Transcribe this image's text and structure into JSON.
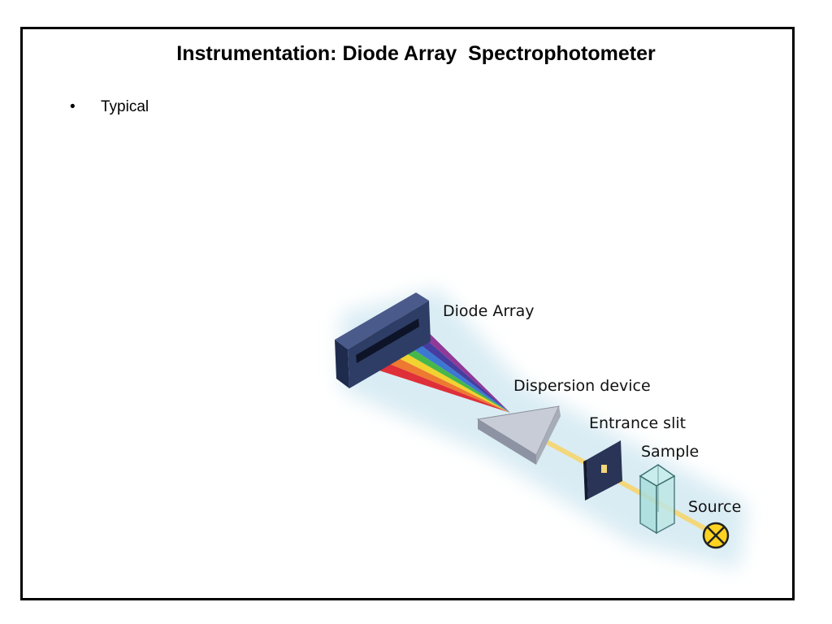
{
  "slide": {
    "title": "Instrumentation: Diode Array  Spectrophotometer",
    "bullet_symbol": "•",
    "bullet_text": "Typical"
  },
  "diagram": {
    "labels": {
      "diode_array": "Diode Array",
      "dispersion_device": "Dispersion device",
      "entrance_slit": "Entrance slit",
      "sample": "Sample",
      "source": "Source"
    },
    "colors": {
      "detector": "#2e3d66",
      "prism": "#c8ccd6",
      "beam": "#f3d77a",
      "source_fill": "#ffd320",
      "cuvette": "#a9dedd",
      "glow": "#cfe6f0"
    },
    "spectrum_colors": [
      "#e0202a",
      "#f07020",
      "#f5d020",
      "#3bb33b",
      "#2f6fd0",
      "#3a2f9a",
      "#8a2a90"
    ]
  }
}
